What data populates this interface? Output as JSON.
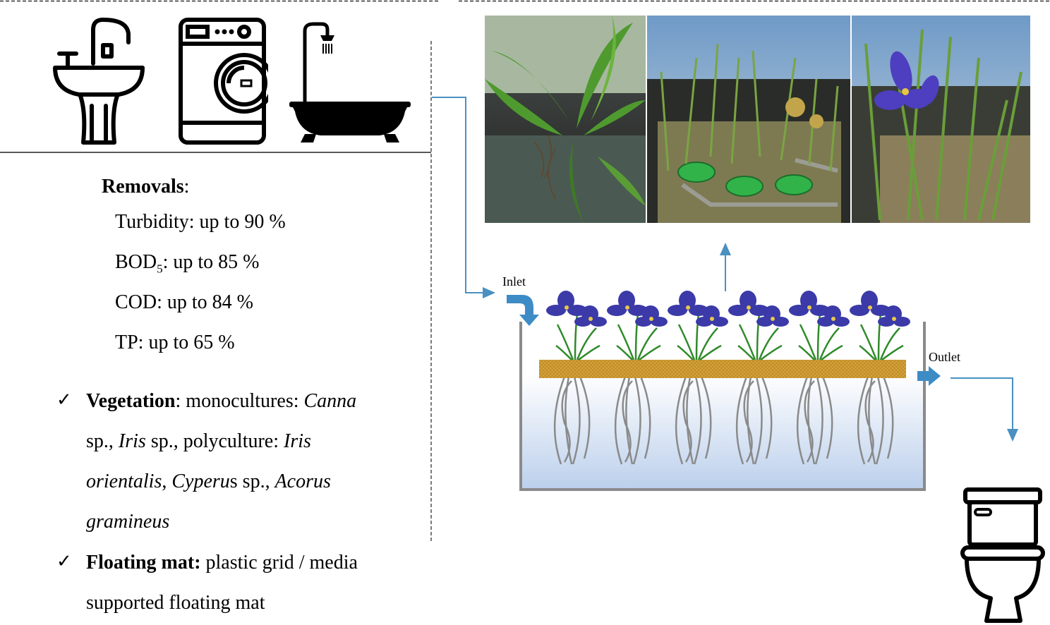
{
  "removals": {
    "heading": "Removals",
    "heading_suffix": ":",
    "items": [
      {
        "label": "Turbidity: up to 90 %"
      },
      {
        "prefix": "BOD",
        "sub": "5",
        "suffix": ": up to 85 %"
      },
      {
        "label": "COD: up to 84 %"
      },
      {
        "label": "TP: up to 65 %"
      }
    ]
  },
  "vegetation": {
    "check": "✓",
    "title": "Vegetation",
    "lines": [
      {
        "a": ": monocultures: ",
        "canna": "Canna"
      },
      {
        "sp1": "sp., ",
        "iris": "Iris",
        "sp2": " sp., polyculture: ",
        "iris2": "Iris"
      },
      {
        "orientalis": "orientalis",
        "comma": ", ",
        "cyperus": "Cyperu",
        "s_sp": "s sp., ",
        "acorus": "Acorus"
      },
      {
        "gramineus": "gramineus"
      }
    ]
  },
  "floating_mat": {
    "check": "✓",
    "title": "Floating mat:",
    "line1": " plastic grid / media",
    "line2": "supported floating mat"
  },
  "diagram": {
    "inlet_label": "Inlet",
    "outlet_label": "Outlet"
  },
  "icons": [
    "sink-icon",
    "washing-machine-icon",
    "bathtub-icon",
    "toilet-icon"
  ],
  "colors": {
    "flow_arrow": "#4a90c2",
    "inlet_arrow": "#3d8cc6",
    "mat": "#d7a437",
    "water_top": "#ffffff",
    "water_bottom": "#bcd0ec",
    "iris_petal": "#3b3aa8"
  }
}
